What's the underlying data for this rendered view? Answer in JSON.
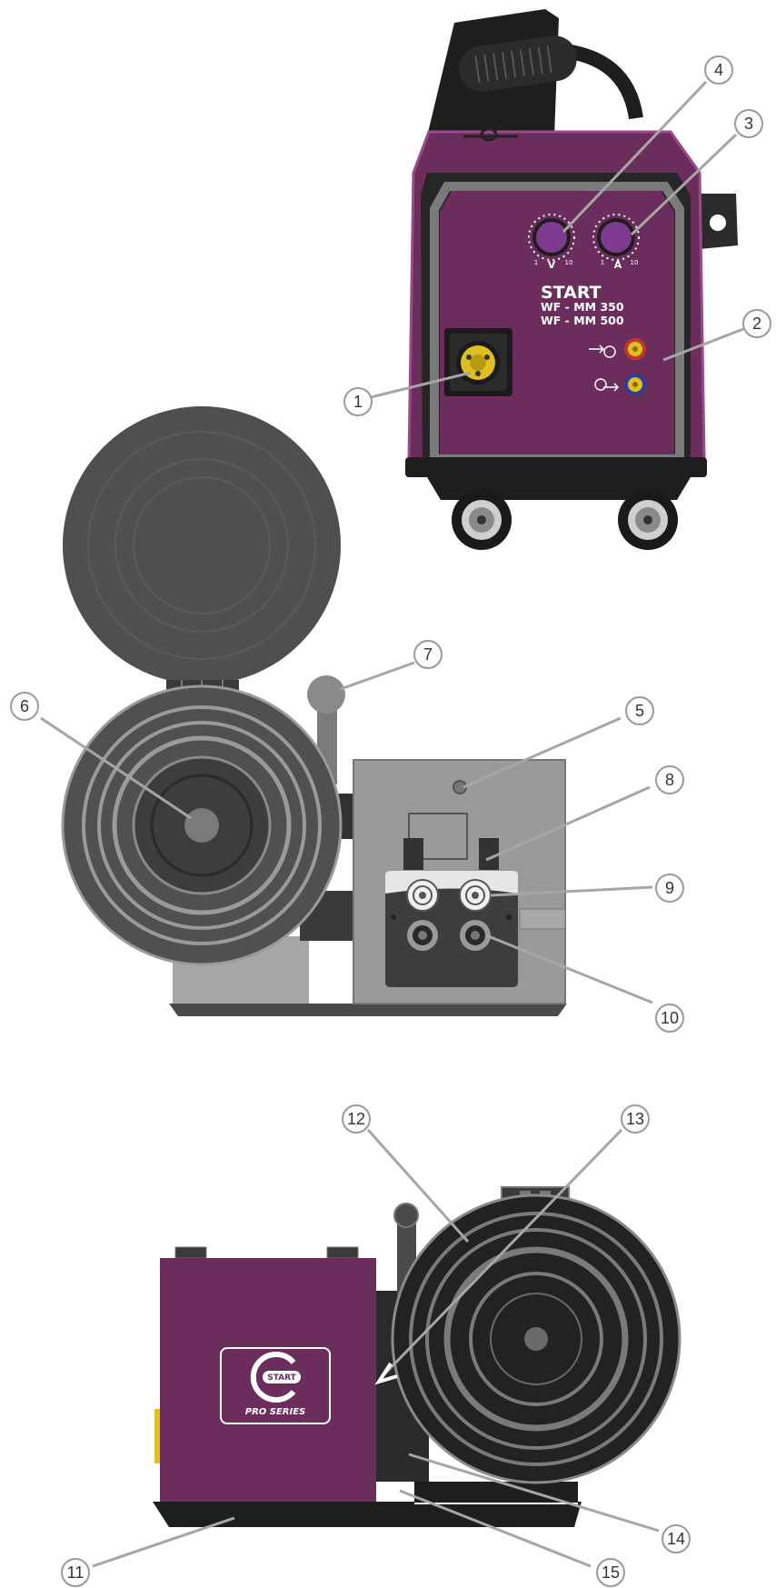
{
  "panel": {
    "brand": "START",
    "model_1": "WF - MM 350",
    "model_2": "WF - MM 500",
    "knob_v": {
      "label": "V",
      "min": "1",
      "max": "10"
    },
    "knob_a": {
      "label": "A",
      "min": "1",
      "max": "10"
    }
  },
  "logo": {
    "word": "START",
    "series": "PRO SERIES"
  },
  "callouts": [
    "1",
    "2",
    "3",
    "4",
    "5",
    "6",
    "7",
    "8",
    "9",
    "10",
    "11",
    "12",
    "13",
    "14",
    "15"
  ],
  "colors": {
    "body": "#6b2d5c",
    "frame": "#2b2b2b",
    "grey_plate": "#8c8c8c",
    "brass": "#e0c020"
  }
}
